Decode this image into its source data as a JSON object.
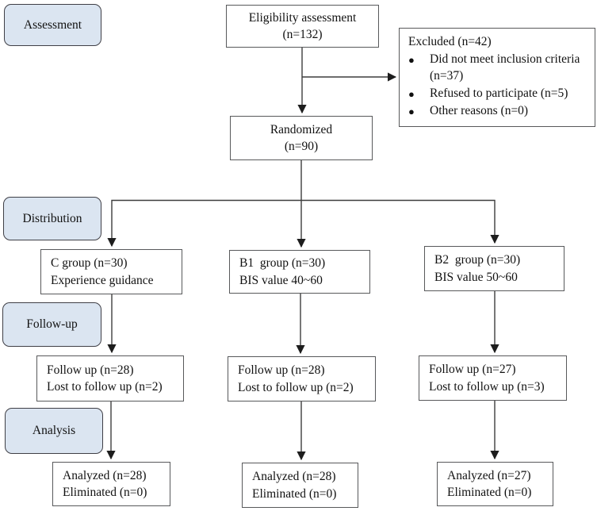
{
  "stages": {
    "assessment": "Assessment",
    "distribution": "Distribution",
    "followup": "Follow-up",
    "analysis": "Analysis"
  },
  "nodes": {
    "eligibility": {
      "lines": [
        "Eligibility assessment",
        "(n=132)"
      ]
    },
    "excluded": {
      "title": "Excluded (n=42)",
      "bullets": [
        "Did not meet inclusion criteria (n=37)",
        "Refused to participate (n=5)",
        "Other reasons (n=0)"
      ]
    },
    "randomized": {
      "lines": [
        "Randomized",
        "(n=90)"
      ]
    },
    "c_group": {
      "lines": [
        "C group (n=30)",
        "Experience guidance"
      ]
    },
    "b1_group": {
      "lines": [
        "B1  group (n=30)",
        "BIS value 40~60"
      ]
    },
    "b2_group": {
      "lines": [
        "B2  group (n=30)",
        "BIS value 50~60"
      ]
    },
    "followup_c": {
      "lines": [
        "Follow up (n=28)",
        "Lost to follow up (n=2)"
      ]
    },
    "followup_b1": {
      "lines": [
        "Follow up (n=28)",
        "Lost to follow up (n=2)"
      ]
    },
    "followup_b2": {
      "lines": [
        "Follow up (n=27)",
        "Lost to follow up (n=3)"
      ]
    },
    "analyzed_c": {
      "lines": [
        "Analyzed (n=28)",
        "Eliminated (n=0)"
      ]
    },
    "analyzed_b1": {
      "lines": [
        "Analyzed (n=28)",
        "Eliminated (n=0)"
      ]
    },
    "analyzed_b2": {
      "lines": [
        "Analyzed (n=27)",
        "Eliminated (n=0)"
      ]
    }
  },
  "colors": {
    "stage_fill": "#dbe5f1",
    "stage_border": "#3f3f46",
    "box_border": "#58595b",
    "arrow": "#3d3d3d"
  }
}
